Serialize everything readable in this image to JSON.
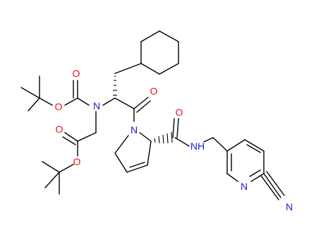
{
  "molecule": {
    "colors": {
      "bond": "#000000",
      "oxygen": "#e8101a",
      "nitrogen": "#1b1bd0",
      "background": "#ffffff"
    },
    "labels": {
      "o_boc_carbonyl": "O",
      "o_boc_ether": "O",
      "n_amine": "N",
      "o_amide1": "O",
      "o_ester_carbonyl": "O",
      "o_ester_ether": "O",
      "n_ring": "N",
      "o_amide2": "O",
      "nh_amide": "NH",
      "n_pyridine": "N",
      "n_nitrile": "N"
    }
  }
}
